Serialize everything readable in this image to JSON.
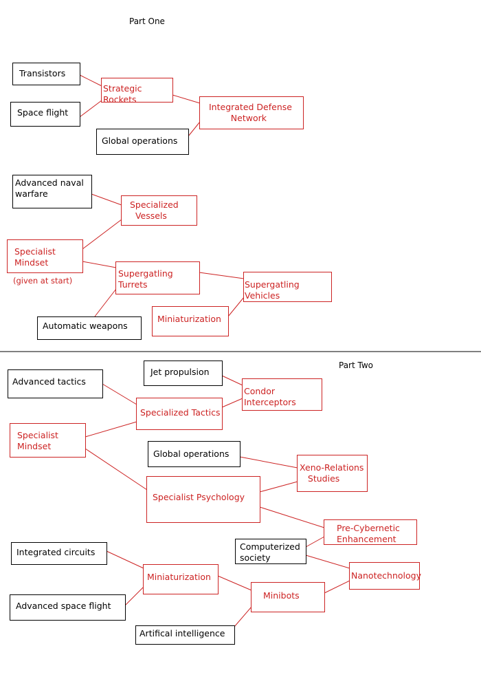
{
  "parts": {
    "part_one": "Part One",
    "part_two": "Part Two"
  },
  "colors": {
    "technology_border": "#000000",
    "unlock_border": "#cc2222",
    "unlock_text": "#cc2222",
    "part_divider": "#000000"
  },
  "nodes": {
    "transistors": "Transistors",
    "space_flight": "Space flight",
    "strategic_rockets": "Strategic Rockets",
    "integrated_defense_network": "Integrated Defense\n        Network",
    "global_operations_1": "Global operations",
    "advanced_naval_warfare": "Advanced naval\nwarfare",
    "specialized_vessels": "Specialized\n  Vessels",
    "specialist_mindset_1": "Specialist\nMindset",
    "specialist_mindset_1_note": "(given at start)",
    "supergatling_turrets": "Supergatling Turrets",
    "supergatling_vehicles": "Supergatling Vehicles",
    "miniaturization_1": "Miniaturization",
    "automatic_weapons": "Automatic weapons",
    "jet_propulsion": "Jet propulsion",
    "advanced_tactics": "Advanced tactics",
    "condor_interceptors": "Condor Interceptors",
    "specialized_tactics": "Specialized Tactics",
    "specialist_mindset_2": "Specialist\nMindset",
    "global_operations_2": "Global operations",
    "xeno_relations_studies": "Xeno-Relations\n   Studies",
    "specialist_psychology": "Specialist Psychology",
    "pre_cybernetic_enhancement": "Pre-Cybernetic\nEnhancement",
    "computerized_society": "Computerized\nsociety",
    "integrated_circuits": "Integrated circuits",
    "miniaturization_2": "Miniaturization",
    "nanotechnology": "Nanotechnology",
    "minibots": "Minibots",
    "advanced_space_flight": "Advanced space flight",
    "artifical_intelligence": "Artifical intelligence"
  }
}
